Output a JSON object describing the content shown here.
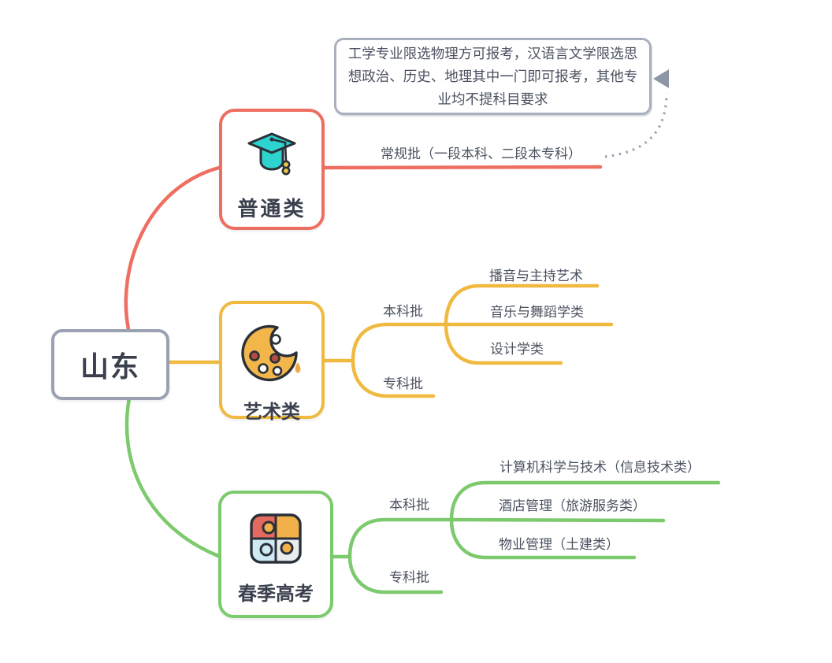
{
  "root": {
    "label": "山东"
  },
  "branches": [
    {
      "label": "普通类",
      "icon": "graduation-cap",
      "color": "#ee6f62",
      "children": [
        {
          "label": "常规批（一段本科、二段本专科）"
        }
      ]
    },
    {
      "label": "艺术类",
      "icon": "palette",
      "color": "#f0ba41",
      "children": [
        {
          "label": "本科批",
          "children": [
            {
              "label": "播音与主持艺术"
            },
            {
              "label": "音乐与舞蹈学类"
            },
            {
              "label": "设计学类"
            }
          ]
        },
        {
          "label": "专科批"
        }
      ]
    },
    {
      "label": "春季高考",
      "icon": "puzzle",
      "color": "#7dca6e",
      "children": [
        {
          "label": "本科批",
          "children": [
            {
              "label": "计算机科学与技术（信息技术类）"
            },
            {
              "label": "酒店管理（旅游服务类）"
            },
            {
              "label": "物业管理（土建类）"
            }
          ]
        },
        {
          "label": "专科批"
        }
      ]
    }
  ],
  "note": {
    "text": "工学专业限选物理方可报考，汉语言文学限选思\n想政治、历史、地理其中一门即可报考，其他专\n业均不提科目要求"
  },
  "colors": {
    "red": "#ee6f62",
    "yellow": "#f0ba41",
    "green": "#7dca6e",
    "gray": "#99a1b0",
    "arrow": "#8e96a6",
    "node_border_gray": "#9aa2b1",
    "text_dark": "#3a404d",
    "text_label": "#4b5260"
  }
}
